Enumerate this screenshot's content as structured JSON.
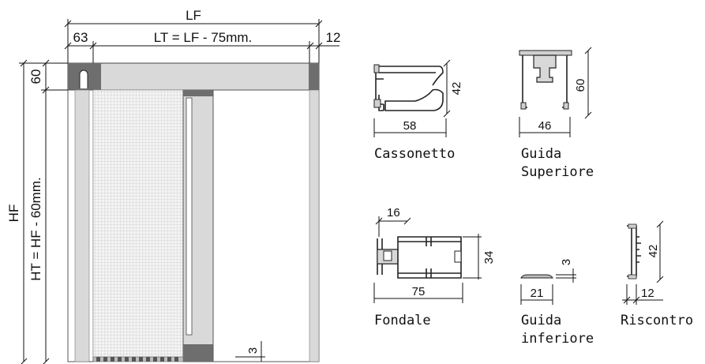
{
  "main": {
    "lf": "LF",
    "lt": "LT = LF - 75mm.",
    "left_63": "63",
    "right_12": "12",
    "hf": "HF",
    "ht": "HT = HF - 60mm.",
    "top_60": "60",
    "bottom_3": "3"
  },
  "profiles": {
    "cassonetto": {
      "name": "Cassonetto",
      "width": "58",
      "height": "42"
    },
    "guida_superiore": {
      "name": [
        "Guida",
        "Superiore"
      ],
      "width": "46",
      "height": "60"
    },
    "fondale": {
      "name": "Fondale",
      "width": "75",
      "height": "34",
      "top": "16"
    },
    "guida_inferiore": {
      "name": [
        "Guida",
        "inferiore"
      ],
      "width": "21",
      "height": "3"
    },
    "riscontro": {
      "name": "Riscontro",
      "width": "12",
      "height": "42"
    }
  },
  "colors": {
    "frame": "#d9d9d9",
    "dark": "#6e6e6e",
    "mesh": "#eeeeee",
    "line": "#111111"
  }
}
